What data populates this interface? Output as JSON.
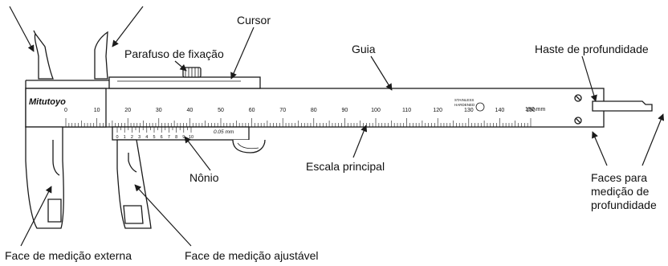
{
  "labels": {
    "cursor": "Cursor",
    "locking_screw": "Parafuso de fixação",
    "guide": "Guia",
    "depth_rod": "Haste de profundidade",
    "vernier": "Nônio",
    "main_scale": "Escala principal",
    "depth_faces": [
      "Faces para",
      "medição de",
      "profundidade"
    ],
    "outside_face": "Face de medição externa",
    "adjustable_face": "Face de medição ajustável"
  },
  "markings": {
    "brand": "Mitutoyo",
    "main_scale_numbers": [
      "0",
      "10",
      "20",
      "30",
      "40",
      "50",
      "60",
      "70",
      "80",
      "90",
      "100",
      "110",
      "120",
      "130",
      "140",
      "150"
    ],
    "vernier_numbers": [
      "0",
      "1",
      "2",
      "3",
      "4",
      "5",
      "6",
      "7",
      "8",
      "9",
      "10"
    ],
    "resolution": "0.05 mm",
    "unit": "150 mm",
    "steel_mark": [
      "STAINLESS",
      "HARDENED"
    ]
  },
  "colors": {
    "ink": "#1a1a1a",
    "background": "#ffffff"
  }
}
